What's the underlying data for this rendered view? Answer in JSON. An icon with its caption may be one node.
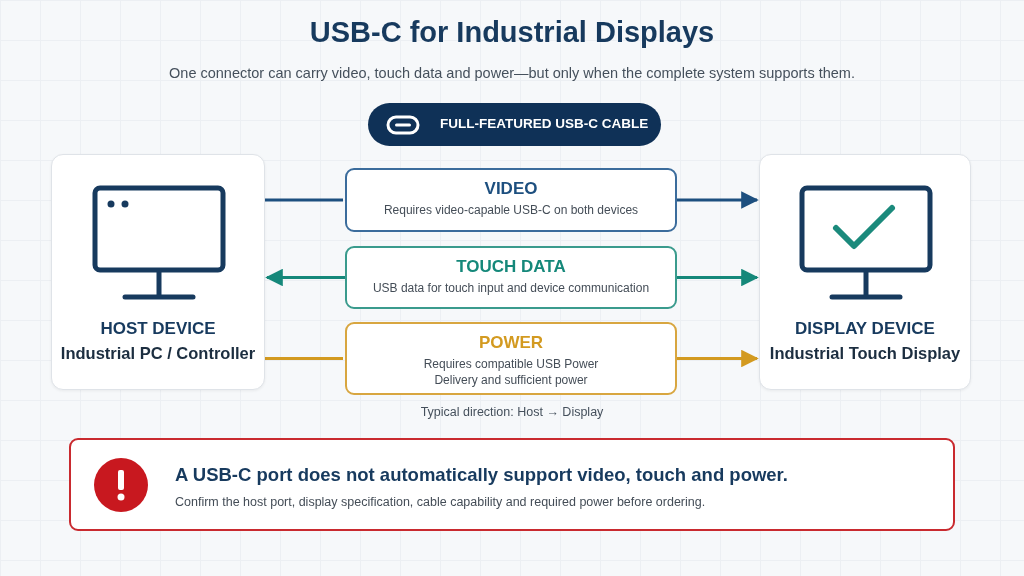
{
  "diagram": {
    "title": "USB-C for Industrial Displays",
    "nodes": [
      {
        "text": [
          "FULL-FEATURED USB-C CABLE"
        ]
      },
      {
        "text": [
          "HOST DEVICE",
          "Industrial PC / Controller"
        ]
      },
      {
        "text": [
          "VIDEO",
          "Requires video-capable USB-C on both devices"
        ]
      },
      {
        "text": [
          "TOUCH DATA",
          "USB data for touch input and device communication"
        ]
      },
      {
        "text": [
          "POWER",
          "Requires compatible USB Power Delivery and sufficient power"
        ]
      },
      {
        "text": [
          "DISPLAY DEVICE",
          "Industrial Touch Display"
        ]
      },
      {
        "text": [
          "A USB-C port does not automatically support video, touch and power.",
          "Confirm the host port, display specification, cable capability and required power before ordering."
        ]
      }
    ],
    "edges": [
      {
        "from": 1,
        "to": 2,
        "arrow": "none",
        "color": "#1d4f7f"
      },
      {
        "from": 2,
        "to": 5,
        "arrow": "to",
        "color": "#1d4f7f"
      },
      {
        "from": 3,
        "to": 1,
        "arrow": "to",
        "color": "#15887a"
      },
      {
        "from": 3,
        "to": 5,
        "arrow": "to",
        "color": "#15887a"
      },
      {
        "from": 1,
        "to": 4,
        "arrow": "none",
        "color": "#d39a20"
      },
      {
        "from": 4,
        "to": 5,
        "arrow": "to",
        "color": "#d39a20"
      }
    ],
    "labels": [
      "One connector can carry video, touch data and power—but only when the complete system supports them.",
      "Typical direction: Host → Display"
    ]
  }
}
